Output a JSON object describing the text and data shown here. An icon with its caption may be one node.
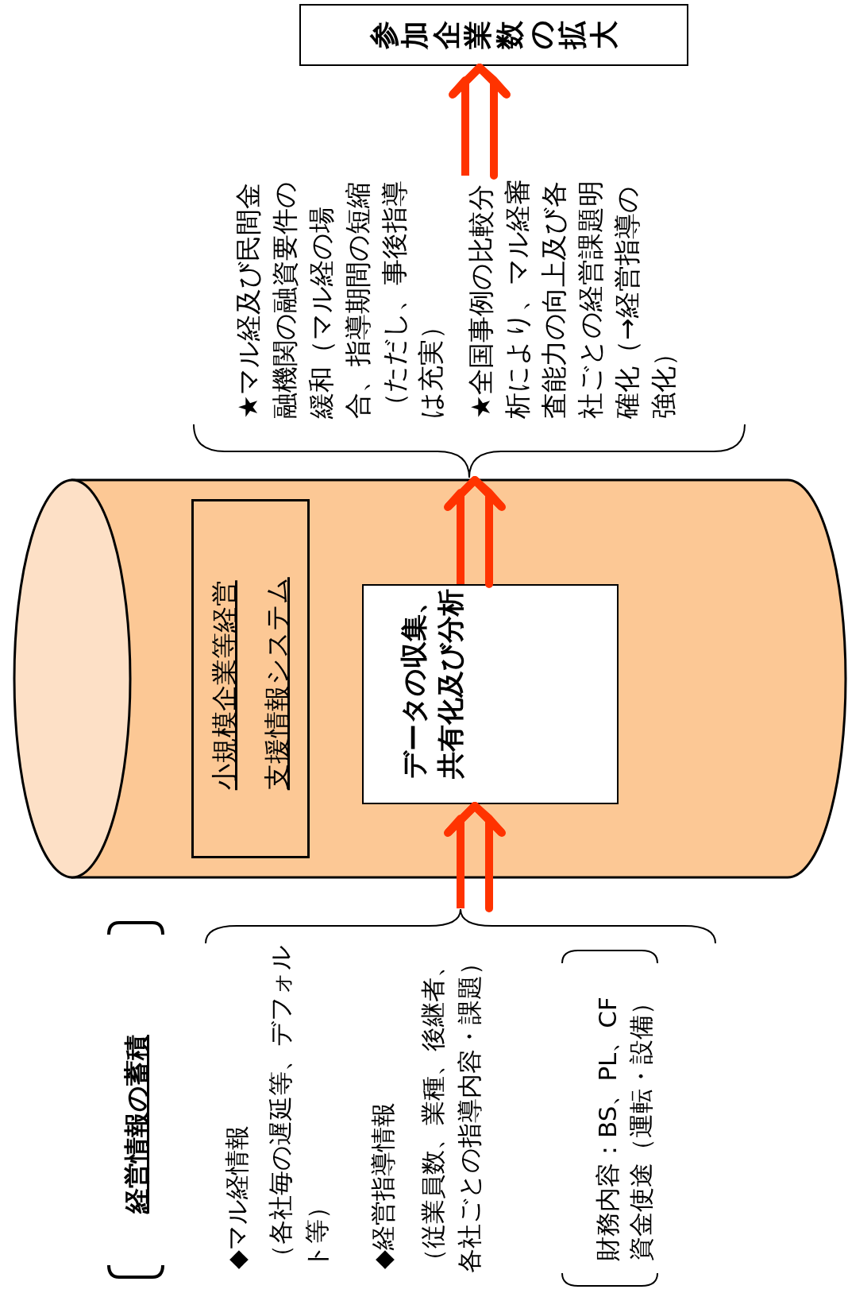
{
  "diagram": {
    "nodes": [
      {
        "text": [
          "参加企業数の拡大"
        ]
      },
      {
        "text": [],
        "shape": "cylinder"
      },
      {
        "text": [
          "小規模企業等経営支援情報システム"
        ],
        "in": 1
      },
      {
        "text": [
          "データの収集、共有化及び分析"
        ],
        "in": 1
      },
      {
        "text": [],
        "shape": "brace"
      },
      {
        "text": [],
        "shape": "brace"
      },
      {
        "text": [
          "★マル経及び民間金融機関の融資要件の緩和（マル経の場合、指導期間の短縮（ただし、事後指導は充実）"
        ]
      },
      {
        "text": [
          "★全国事例の比較分析により、マル経審査能力の向上及び各社ごとの経営課題明確化（→経営指導の強化）"
        ]
      }
    ],
    "edges": [
      {
        "from": 5,
        "to": 3,
        "arrow": "to"
      },
      {
        "from": 3,
        "to": 4,
        "arrow": "to"
      },
      {
        "from": 7,
        "to": 0,
        "arrow": "to"
      }
    ],
    "labels": [
      "経営情報の蓄積",
      "◆マル経情報",
      "（各社毎の遅延等、デフォルト等）",
      "◆経営指導情報",
      "（従業員数、業種、後継者、各社ごとの指導内容・課題）",
      "財務内容：BS、PL、CF",
      "資金使途（運転・設備）"
    ]
  }
}
